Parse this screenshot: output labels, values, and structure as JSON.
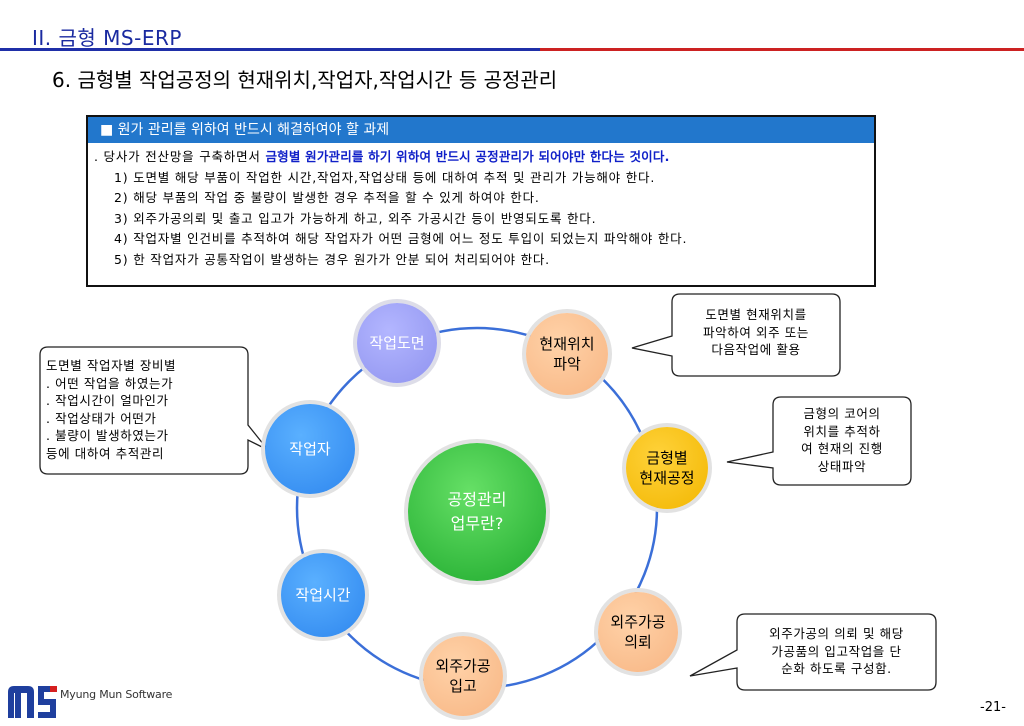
{
  "header": {
    "section_title": "II. 금형 MS-ERP",
    "page_heading": "6. 금형별 작업공정의 현재위치,작업자,작업시간 등 공정관리"
  },
  "task_box": {
    "title": "■ 원가 관리를 위하여 반드시 해결하여야 할 과제",
    "intro_prefix": ". 당사가 전산망을 구축하면서 ",
    "intro_highlight": "금형별 원가관리를 하기 위하여 반드시 공정관리가 되어야만 한다는 것이다.",
    "items": [
      "1) 도면별 해당 부품이 작업한 시간,작업자,작업상태 등에 대하여 추적 및 관리가 가능해야 한다.",
      "2) 해당 부품의 작업 중 불량이 발생한 경우 추적을 할 수 있게 하여야 한다.",
      "3) 외주가공의뢰 및 출고 입고가 가능하게 하고, 외주 가공시간 등이 반영되도록 한다.",
      "4) 작업자별 인건비를 추적하여 해당 작업자가 어떤 금형에 어느 정도 투입이 되었는지 파악해야 한다.",
      "5) 한 작업자가 공통작업이 발생하는 경우 원가가 안분 되어 처리되어야 한다."
    ]
  },
  "diagram": {
    "center": {
      "line1": "공정관리",
      "line2": "업무란?"
    },
    "nodes": {
      "drawing": {
        "line1": "작업도면"
      },
      "current_position": {
        "line1": "현재위치",
        "line2": "파악"
      },
      "mold_process": {
        "line1": "금형별",
        "line2": "현재공정"
      },
      "outsourcing_request": {
        "line1": "외주가공",
        "line2": "의뢰"
      },
      "outsourcing_receipt": {
        "line1": "외주가공",
        "line2": "입고"
      },
      "work_time": {
        "line1": "작업시간"
      },
      "worker": {
        "line1": "작업자"
      }
    },
    "callouts": {
      "worker_note": [
        "도면별 작업자별 장비별",
        ". 어떤 작업을 하였는가",
        ". 작업시간이 얼마인가",
        ". 작업상태가 어떤가",
        ". 불량이 발생하였는가",
        "등에 대하여 추적관리"
      ],
      "position_note": [
        "도면별 현재위치를",
        "파악하여 외주 또는",
        "다음작업에 활용"
      ],
      "process_note": [
        "금형의 코어의",
        "위치를 추적하",
        "여 현재의 진행",
        "상태파악"
      ],
      "outsourcing_note": [
        "외주가공의 의뢰 및 해당",
        "가공품의 입고작업을 단",
        "순화 하도록 구성함."
      ]
    }
  },
  "footer": {
    "logo_text": "Myung Mun Software",
    "page_number": "-21-"
  },
  "colors": {
    "title_blue": "#1a2aa0",
    "header_bar": "#2277cc",
    "highlight": "#1020c8",
    "purple_node": "#9a9df5",
    "peach_node": "#f9c08f",
    "gold_node": "#f5c000",
    "blue_node": "#3a90f0",
    "green_center": "#2bbb3a",
    "ring": "#3b6fd8"
  }
}
